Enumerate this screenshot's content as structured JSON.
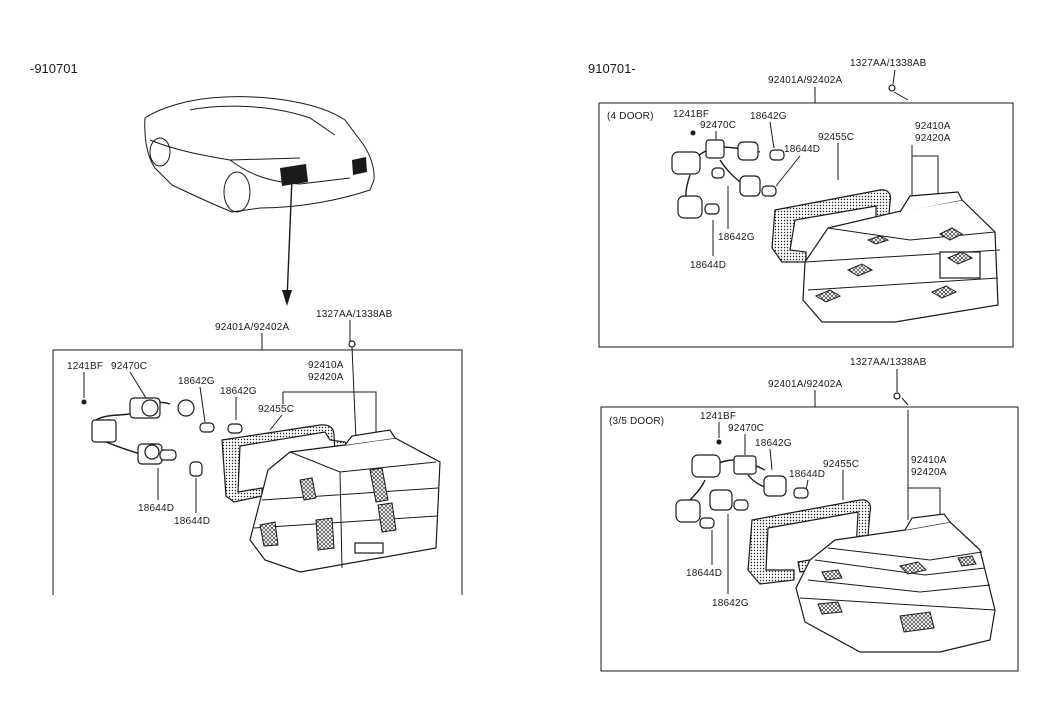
{
  "left": {
    "date_code": "-910701",
    "callouts": {
      "bolt": "1327AA/1338AB",
      "lamp_assy": "92401A/92402A",
      "screw": "1241BF",
      "socket_assy": "92470C",
      "bulb_g1": "18642G",
      "bulb_g2": "18642G",
      "lens_a": "92410A",
      "lens_b": "92420A",
      "gasket": "92455C",
      "bulb_d1": "18644D",
      "bulb_d2": "18644D"
    }
  },
  "right_top": {
    "date_code": "910701-",
    "door_label": "(4 DOOR)",
    "callouts": {
      "bolt": "1327AA/1338AB",
      "lamp_assy": "92401A/92402A",
      "screw": "1241BF",
      "socket_assy": "92470C",
      "bulb_g1": "18642G",
      "gasket": "92455C",
      "bulb_d1": "18644D",
      "lens_a": "92410A",
      "lens_b": "92420A",
      "bulb_g2": "18642G",
      "bulb_d2": "18644D"
    }
  },
  "right_bottom": {
    "door_label": "(3/5 DOOR)",
    "callouts": {
      "bolt": "1327AA/1338AB",
      "lamp_assy": "92401A/92402A",
      "screw": "1241BF",
      "socket_assy": "92470C",
      "bulb_g1": "18642G",
      "gasket": "92455C",
      "bulb_d1": "18644D",
      "lens_a": "92410A",
      "lens_b": "92420A",
      "bulb_d2": "18644D",
      "bulb_g2": "18642G"
    }
  }
}
